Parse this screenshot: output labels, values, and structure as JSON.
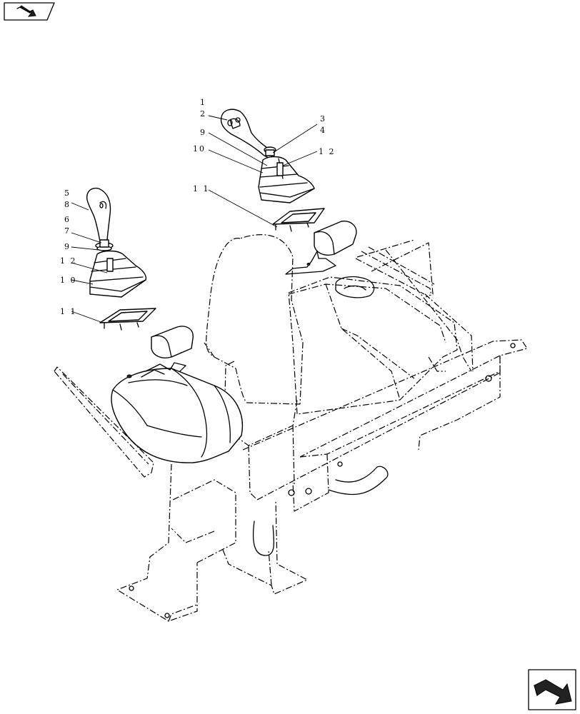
{
  "header": {
    "nav_icon": "forward-arrow-icon"
  },
  "footer": {
    "nav_icon": "next-page-arrow-icon"
  },
  "callouts": {
    "c1": "1",
    "c2": "2",
    "c3": "3",
    "c4": "4",
    "c9a": "9",
    "c10a": "10",
    "c12a": "1 2",
    "c11a": "1 1",
    "c5": "5",
    "c8": "8",
    "c6": "6",
    "c7": "7",
    "c9b": "9",
    "c12b": "1 2",
    "c10b": "1 0",
    "c11b": "1 1"
  }
}
